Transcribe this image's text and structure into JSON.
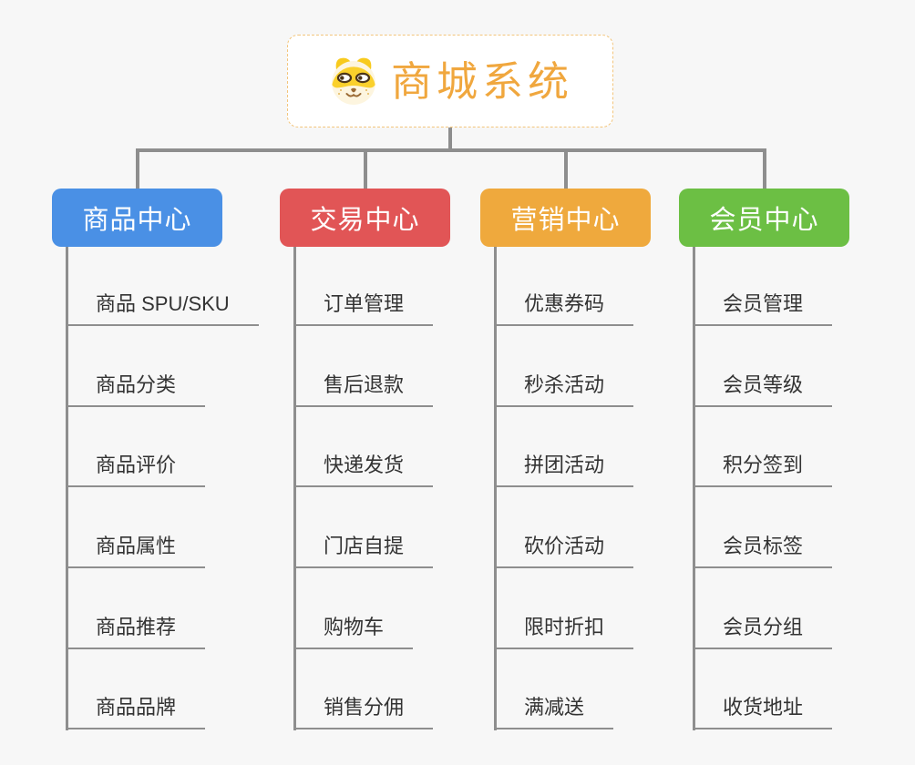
{
  "page": {
    "background": "#f7f7f7",
    "connector_color": "#8e8e8e",
    "leaf_text_color": "#333333"
  },
  "root": {
    "title": "商城系统",
    "icon": "shiba-dog-icon",
    "text_color": "#f0a73e",
    "border_color": "#f3c57c"
  },
  "branches": [
    {
      "id": "product-center",
      "label": "商品中心",
      "color": "#4a90e5",
      "children": [
        "商品 SPU/SKU",
        "商品分类",
        "商品评价",
        "商品属性",
        "商品推荐",
        "商品品牌"
      ]
    },
    {
      "id": "trade-center",
      "label": "交易中心",
      "color": "#e15556",
      "children": [
        "订单管理",
        "售后退款",
        "快递发货",
        "门店自提",
        "购物车",
        "销售分佣"
      ]
    },
    {
      "id": "marketing-center",
      "label": "营销中心",
      "color": "#efa93d",
      "children": [
        "优惠券码",
        "秒杀活动",
        "拼团活动",
        "砍价活动",
        "限时折扣",
        "满减送"
      ]
    },
    {
      "id": "member-center",
      "label": "会员中心",
      "color": "#6cbf44",
      "children": [
        "会员管理",
        "会员等级",
        "积分签到",
        "会员标签",
        "会员分组",
        "收货地址"
      ]
    }
  ]
}
